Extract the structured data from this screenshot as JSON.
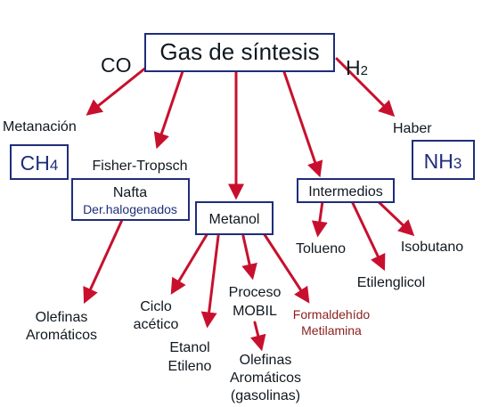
{
  "colors": {
    "arrow": "#c8102e",
    "box_border": "#1f2d7a",
    "label_dark": "#101820",
    "label_maroon": "#8a1e1e",
    "label_blue": "#1f2d7a"
  },
  "nodes": {
    "gas": "Gas de síntesis",
    "co": "CO",
    "h2": "H",
    "h2_sub": "2",
    "metanacion": "Metanación",
    "ch4": "CH",
    "ch4_sub": "4",
    "fisher": "Fisher-Tropsch",
    "nafta": "Nafta",
    "der_halogenados": "Der.halogenados",
    "metanol": "Metanol",
    "intermedios": "Intermedios",
    "haber": "Haber",
    "nh3": "NH",
    "nh3_sub": "3",
    "olefinas_1": "Olefinas",
    "aromaticos_1": "Aromáticos",
    "ciclo": "Ciclo",
    "acetico": "acético",
    "etanol": "Etanol",
    "etileno": "Etileno",
    "proceso": "Proceso",
    "mobil": "MOBIL",
    "formaldehido": "Formaldehído",
    "metilamina": "Metilamina",
    "olefinas_2": "Olefinas",
    "aromaticos_2": "Aromáticos",
    "gasolinas": "(gasolinas)",
    "tolueno": "Tolueno",
    "isobutano": "Isobutano",
    "etilenglicol": "Etilenglicol"
  }
}
